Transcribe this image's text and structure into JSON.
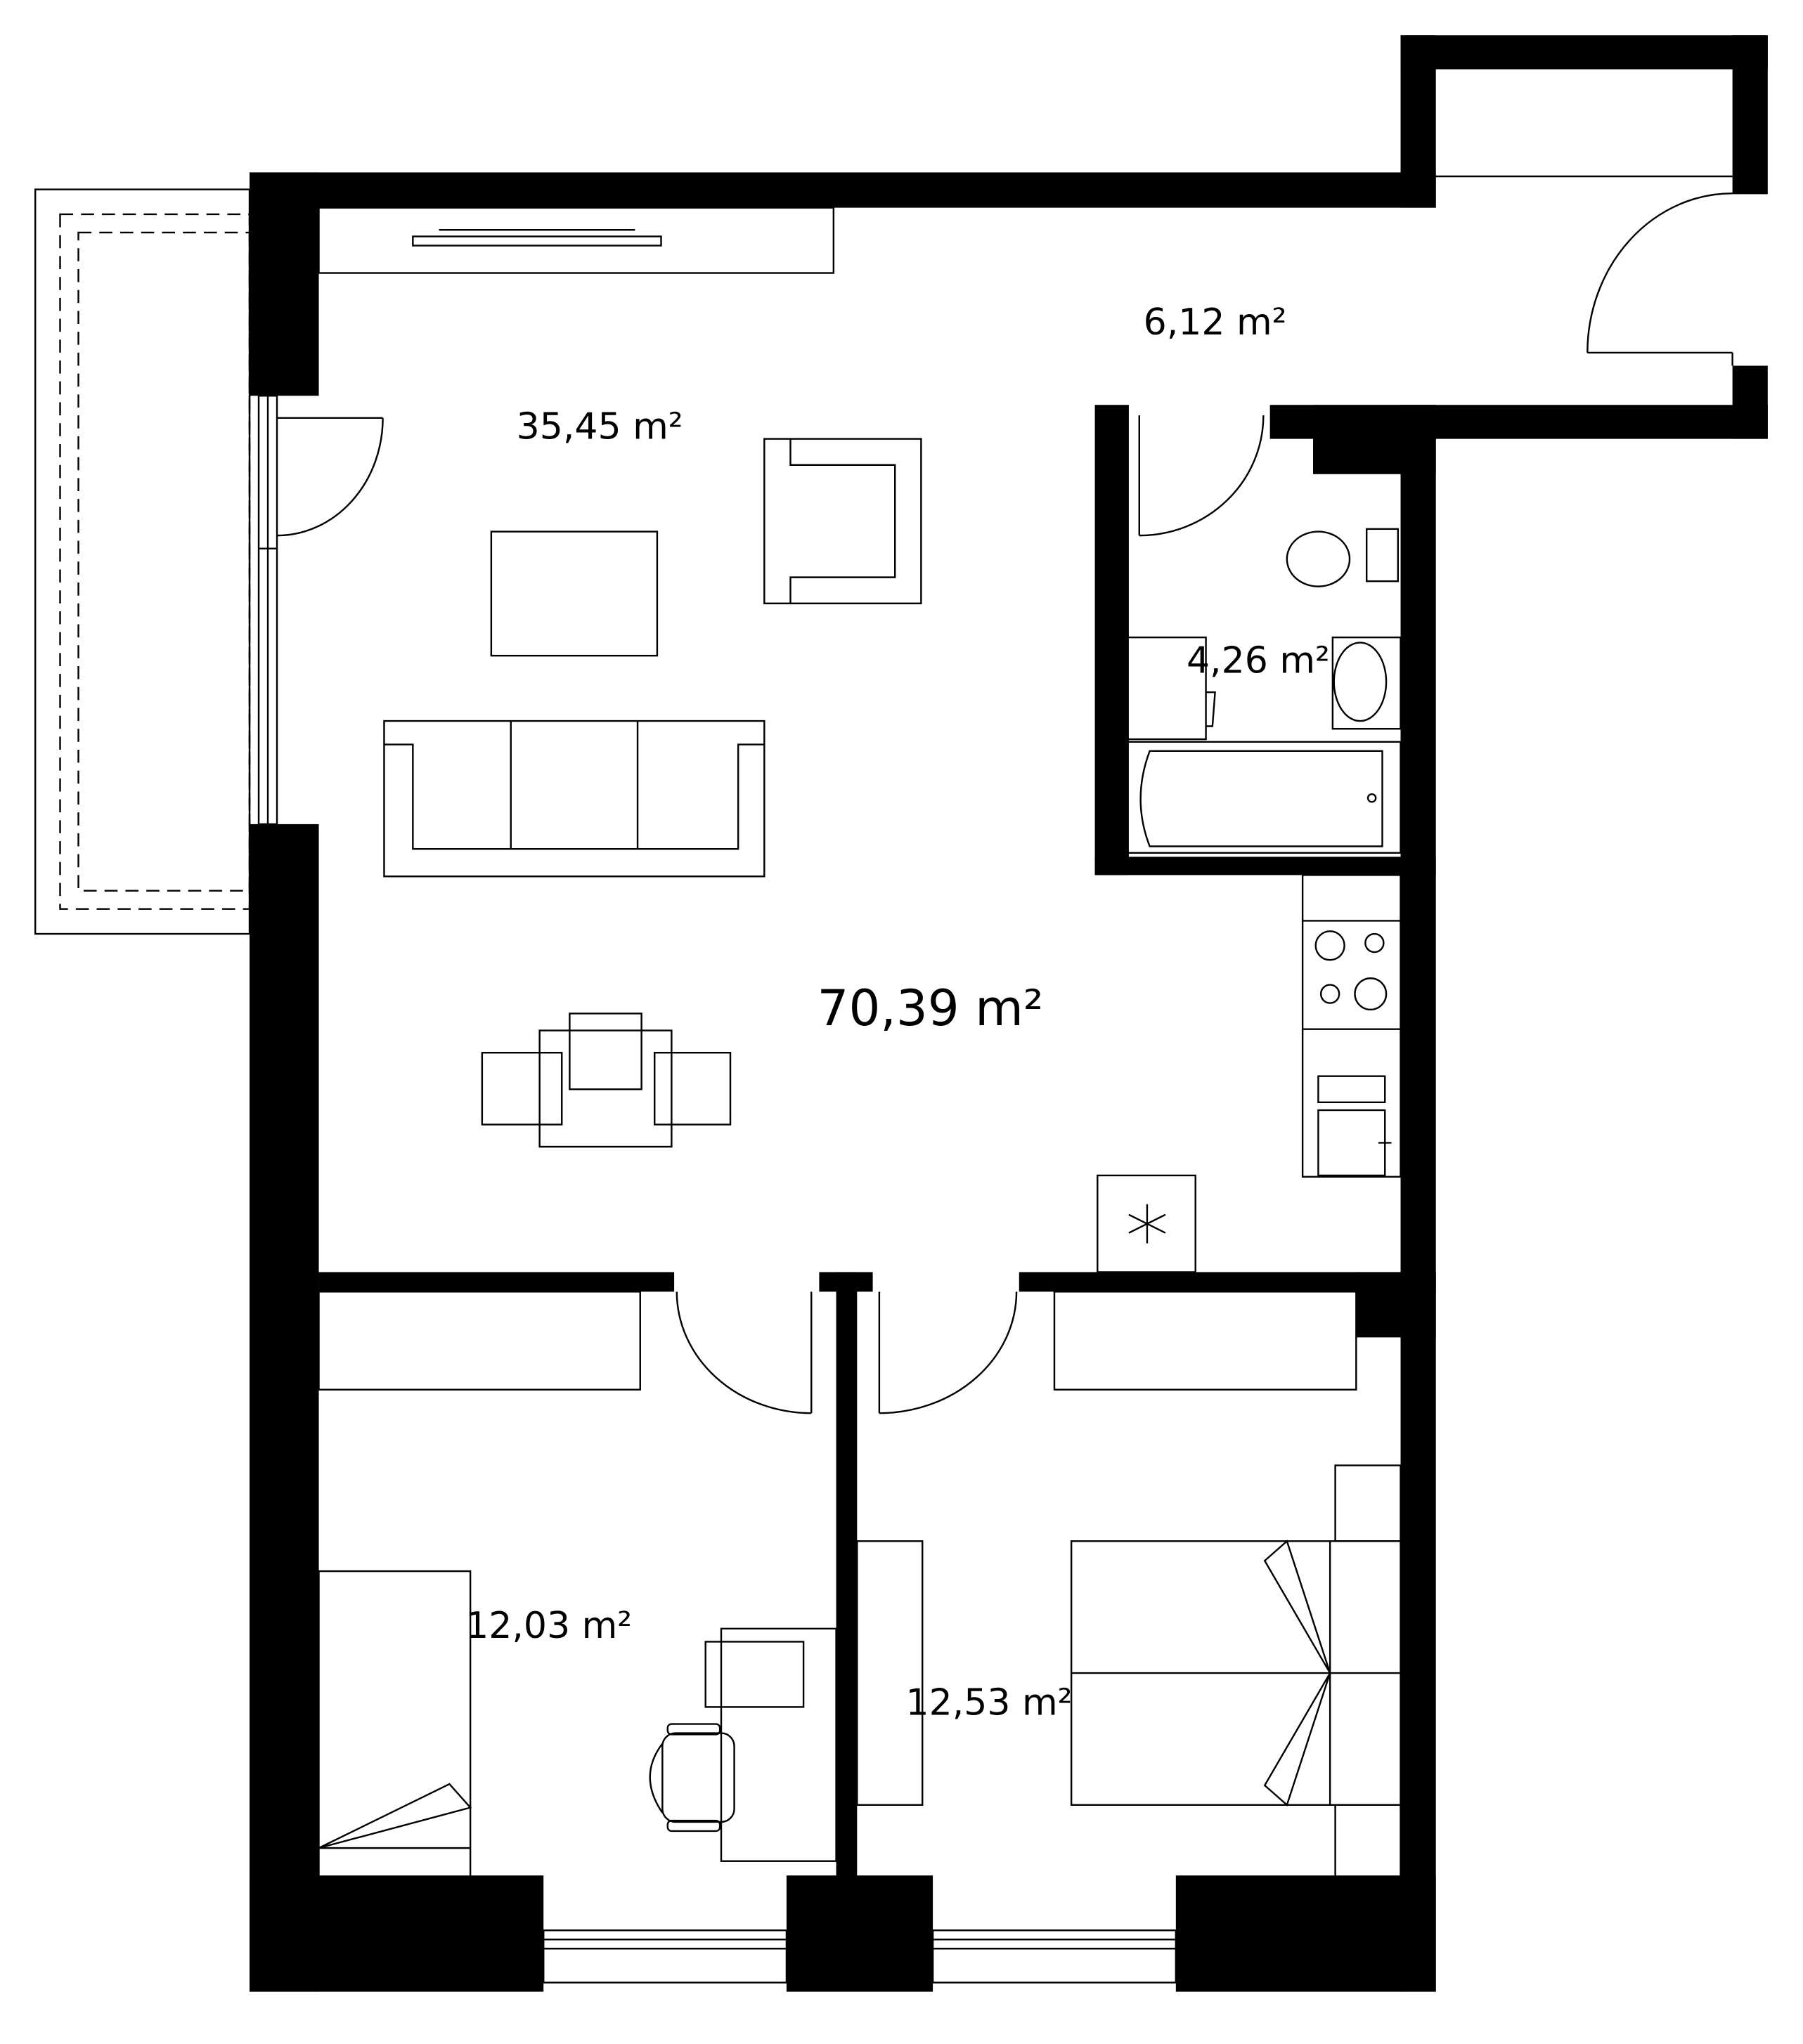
{
  "rooms": {
    "total_area": "70,39 m²",
    "living_area": "35,45 m²",
    "hall_area": "6,12 m²",
    "bathroom_area": "4,26 m²",
    "bedroom_left_area": "12,03 m²",
    "bedroom_right_area": "12,53 m²"
  },
  "colors": {
    "walls": "#000000",
    "lines": "#000000",
    "background": "#ffffff"
  }
}
